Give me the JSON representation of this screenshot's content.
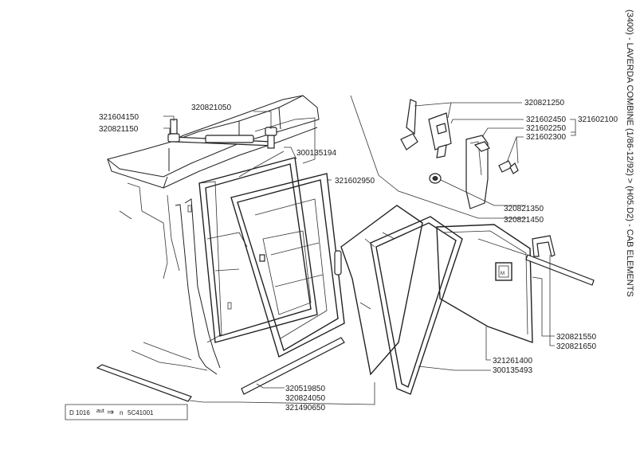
{
  "title": "(3400) - LAVERDA COMBINE (1/86-12/92) > (H05.D2) - CAB ELEMENTS",
  "footer": {
    "code": "D 1016",
    "suffix": "aut",
    "arrow": "⇒",
    "n_prefix": "n",
    "serial": "5C41001"
  },
  "part_labels": {
    "p320821050": "320821050",
    "p321604150": "321604150",
    "p320821150": "320821150",
    "p300135194": "300135194",
    "p321602950": "321602950",
    "p320821250": "320821250",
    "p321602450": "321602450",
    "p321602100": "321602100",
    "p321602250": "321602250",
    "p321602300": "321602300",
    "p320821350": "320821350",
    "p320821450": "320821450",
    "p320821550": "320821550",
    "p320821650": "320821650",
    "p321261400": "321261400",
    "p300135493": "300135493",
    "p320519850": "320519850",
    "p320824050": "320824050",
    "p321490650": "321490650"
  }
}
